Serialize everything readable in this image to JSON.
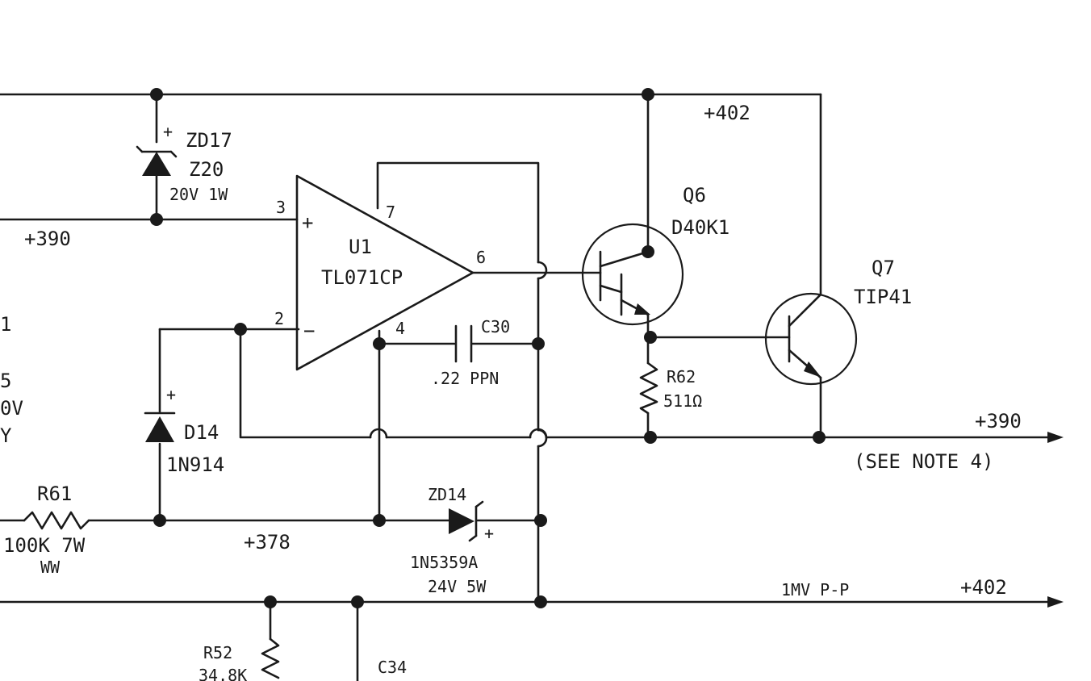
{
  "labels": {
    "rail_top": "+402",
    "rail_390_left": "+390",
    "rail_390_right": "+390",
    "see_note": "(SEE NOTE 4)",
    "rail_378": "+378",
    "rail_402_out": "+402",
    "ripple": "1MV P-P",
    "zd17_ref": "ZD17",
    "zd17_part": "Z20",
    "zd17_rating": "20V 1W",
    "u1_ref": "U1",
    "u1_part": "TL071CP",
    "pin3": "3",
    "pin2": "2",
    "pin7": "7",
    "pin6": "6",
    "pin4": "4",
    "plus_sign": "+",
    "minus_sign": "−",
    "c30_ref": "C30",
    "c30_value": ".22 PPN",
    "q6_ref": "Q6",
    "q6_part": "D40K1",
    "q7_ref": "Q7",
    "q7_part": "TIP41",
    "r62_ref": "R62",
    "r62_value": "511Ω",
    "d14_ref": "D14",
    "d14_part": "1N914",
    "r61_ref": "R61",
    "r61_value": "100K 7W",
    "r61_type": "WW",
    "zd14_ref": "ZD14",
    "zd14_part": "1N5359A",
    "zd14_rating": "24V 5W",
    "r52_ref": "R52",
    "r52_value": "34.8K",
    "c34_ref": "C34",
    "cut_left_1": "5",
    "cut_left_2": "0V",
    "cut_left_3": "Y",
    "cut_left_4": "1"
  }
}
